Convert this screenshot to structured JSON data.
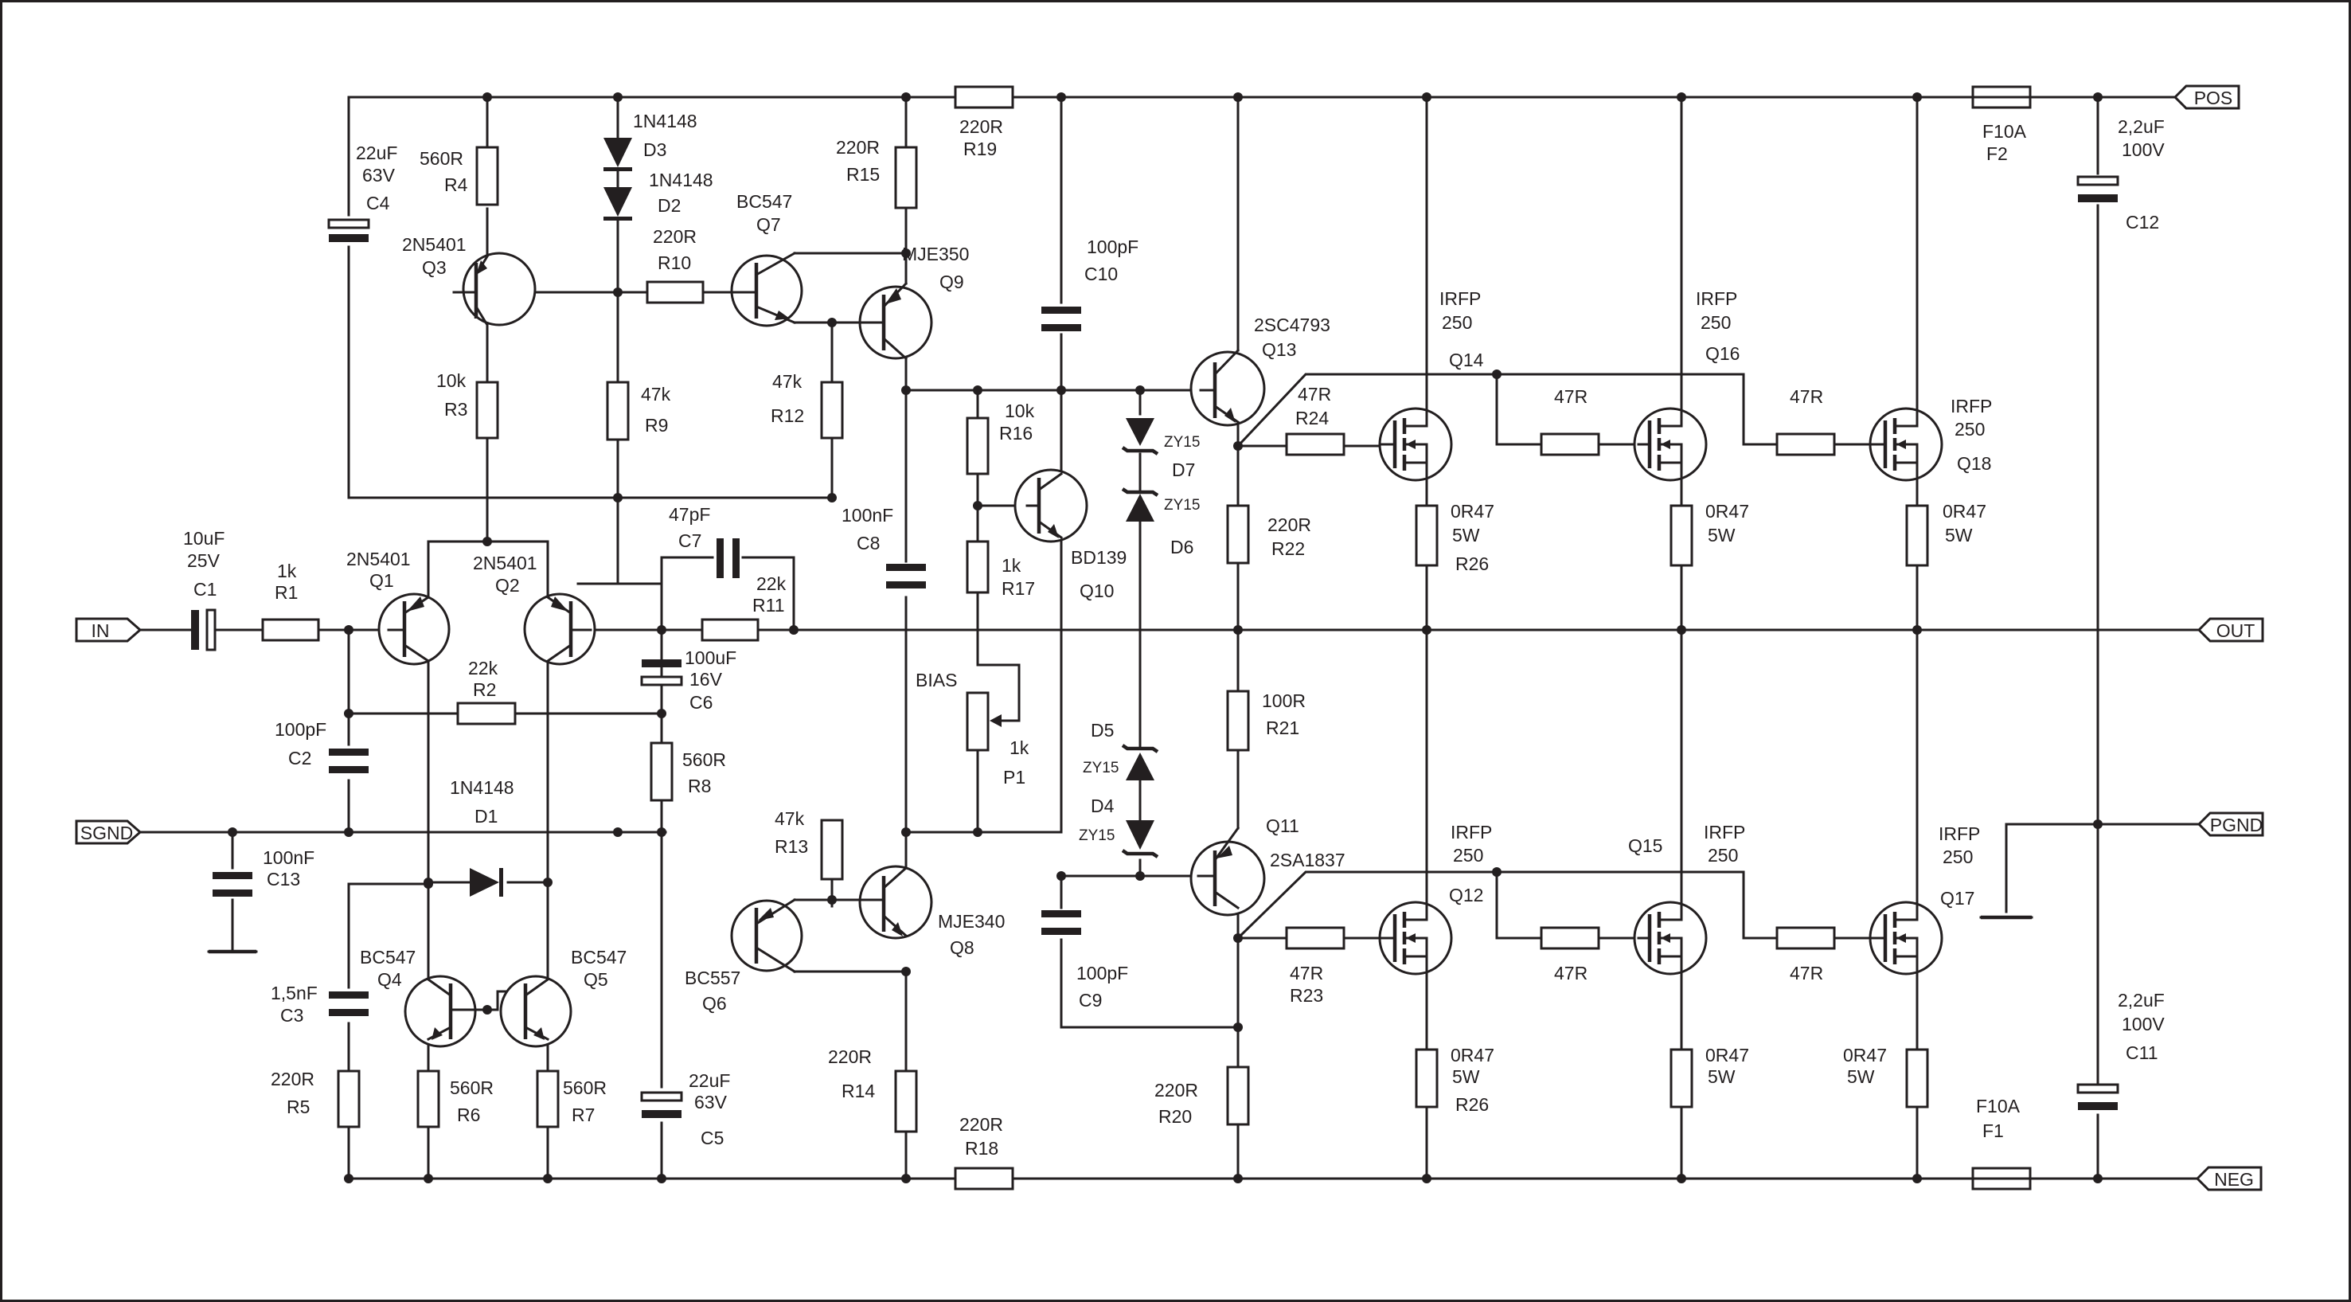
{
  "ports": {
    "in": "IN",
    "sgnd": "SGND",
    "pos": "POS",
    "out": "OUT",
    "pgnd": "PGND",
    "neg": "NEG"
  },
  "components": {
    "C1": {
      "value": "10uF",
      "value2": "25V",
      "ref": "C1"
    },
    "R1": {
      "value": "1k",
      "ref": "R1"
    },
    "C2": {
      "value": "100pF",
      "ref": "C2"
    },
    "C13": {
      "value": "100nF",
      "ref": "C13"
    },
    "C3": {
      "value": "1,5nF",
      "ref": "C3"
    },
    "R5": {
      "value": "220R",
      "ref": "R5"
    },
    "C4": {
      "value": "22uF",
      "value2": "63V",
      "ref": "C4"
    },
    "R4": {
      "value": "560R",
      "ref": "R4"
    },
    "Q3": {
      "value": "2N5401",
      "ref": "Q3"
    },
    "R3": {
      "value": "10k",
      "ref": "R3"
    },
    "Q1": {
      "value": "2N5401",
      "ref": "Q1"
    },
    "Q2": {
      "value": "2N5401",
      "ref": "Q2"
    },
    "R2": {
      "value": "22k",
      "ref": "R2"
    },
    "D1": {
      "value": "1N4148",
      "ref": "D1"
    },
    "Q4": {
      "value": "BC547",
      "ref": "Q4"
    },
    "Q5": {
      "value": "BC547",
      "ref": "Q5"
    },
    "R6": {
      "value": "560R",
      "ref": "R6"
    },
    "R7": {
      "value": "560R",
      "ref": "R7"
    },
    "D3": {
      "value": "1N4148",
      "ref": "D3"
    },
    "D2": {
      "value": "1N4148",
      "ref": "D2"
    },
    "R9": {
      "value": "47k",
      "ref": "R9"
    },
    "R10": {
      "value": "220R",
      "ref": "R10"
    },
    "C7": {
      "value": "47pF",
      "ref": "C7"
    },
    "R11": {
      "value": "22k",
      "ref": "R11"
    },
    "C6": {
      "value": "100uF",
      "value2": "16V",
      "ref": "C6"
    },
    "R8": {
      "value": "560R",
      "ref": "R8"
    },
    "C5": {
      "value": "22uF",
      "value2": "63V",
      "ref": "C5"
    },
    "Q7": {
      "value": "BC547",
      "ref": "Q7"
    },
    "R12": {
      "value": "47k",
      "ref": "R12"
    },
    "R13": {
      "value": "47k",
      "ref": "R13"
    },
    "Q6": {
      "value": "BC557",
      "ref": "Q6"
    },
    "R15": {
      "value": "220R",
      "ref": "R15"
    },
    "R19": {
      "value": "220R",
      "ref": "R19"
    },
    "Q9": {
      "value": "MJE350",
      "ref": "Q9"
    },
    "C8": {
      "value": "100nF",
      "ref": "C8"
    },
    "Q8": {
      "value": "MJE340",
      "ref": "Q8"
    },
    "R14": {
      "value": "220R",
      "ref": "R14"
    },
    "R18": {
      "value": "220R",
      "ref": "R18"
    },
    "C10": {
      "value": "100pF",
      "ref": "C10"
    },
    "R16": {
      "value": "10k",
      "ref": "R16"
    },
    "R17": {
      "value": "1k",
      "ref": "R17"
    },
    "Q10": {
      "value": "BD139",
      "ref": "Q10"
    },
    "P1": {
      "label": "BIAS",
      "value": "1k",
      "ref": "P1"
    },
    "C9": {
      "value": "100pF",
      "ref": "C9"
    },
    "D7": {
      "value": "ZY15",
      "ref": "D7"
    },
    "D6": {
      "value": "ZY15",
      "ref": "D6"
    },
    "D5": {
      "value": "ZY15",
      "ref": "D5"
    },
    "D4": {
      "value": "ZY15",
      "ref": "D4"
    },
    "Q13": {
      "value": "2SC4793",
      "ref": "Q13"
    },
    "Q11": {
      "value": "2SA1837",
      "ref": "Q11"
    },
    "R22": {
      "value": "220R",
      "ref": "R22"
    },
    "R21": {
      "value": "100R",
      "ref": "R21"
    },
    "R20": {
      "value": "220R",
      "ref": "R20"
    },
    "R24": {
      "value": "47R",
      "ref": "R24"
    },
    "R23": {
      "value": "47R",
      "ref": "R23"
    },
    "Q14": {
      "value": "IRFP",
      "value2": "250",
      "ref": "Q14"
    },
    "Q16": {
      "value": "IRFP",
      "value2": "250",
      "ref": "Q16"
    },
    "Q18": {
      "value": "IRFP",
      "value2": "250",
      "ref": "Q18"
    },
    "Q12": {
      "value": "IRFP",
      "value2": "250",
      "ref": "Q12"
    },
    "Q15": {
      "value": "IRFP",
      "value2": "250",
      "ref": "Q15"
    },
    "Q17": {
      "value": "IRFP",
      "value2": "250",
      "ref": "Q17"
    },
    "R26a": {
      "value": "0R47",
      "value2": "5W",
      "ref": "R26"
    },
    "R26b": {
      "value": "0R47",
      "value2": "5W",
      "ref": "R26"
    },
    "Rs16": {
      "value": "0R47",
      "value2": "5W"
    },
    "Rs18": {
      "value": "0R47",
      "value2": "5W"
    },
    "Rs15": {
      "value": "0R47",
      "value2": "5W"
    },
    "Rs17": {
      "value": "0R47",
      "value2": "5W"
    },
    "Rg16": {
      "value": "47R"
    },
    "Rg18": {
      "value": "47R"
    },
    "Rg15": {
      "value": "47R"
    },
    "Rg17": {
      "value": "47R"
    },
    "F2": {
      "value": "F10A",
      "ref": "F2"
    },
    "F1": {
      "value": "F10A",
      "ref": "F1"
    },
    "C12": {
      "value": "2,2uF",
      "value2": "100V",
      "ref": "C12"
    },
    "C11": {
      "value": "2,2uF",
      "value2": "100V",
      "ref": "C11"
    }
  }
}
